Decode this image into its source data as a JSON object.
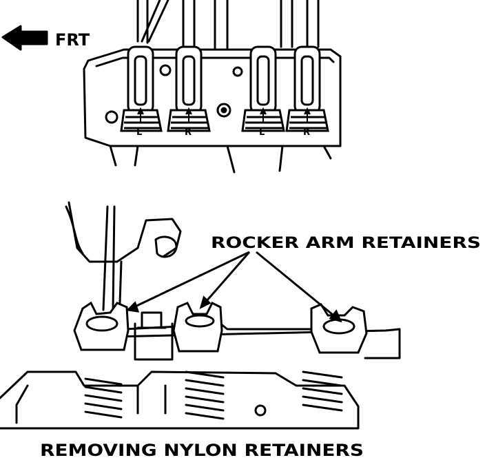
{
  "top_figure": {
    "direction_label": "FRT",
    "rocker_marks": [
      "L",
      "R",
      "L",
      "R"
    ]
  },
  "bottom_figure": {
    "callout_label": "ROCKER ARM RETAINERS"
  },
  "caption": "REMOVING NYLON RETAINERS",
  "colors": {
    "ink": "#000000",
    "paper": "#ffffff"
  }
}
